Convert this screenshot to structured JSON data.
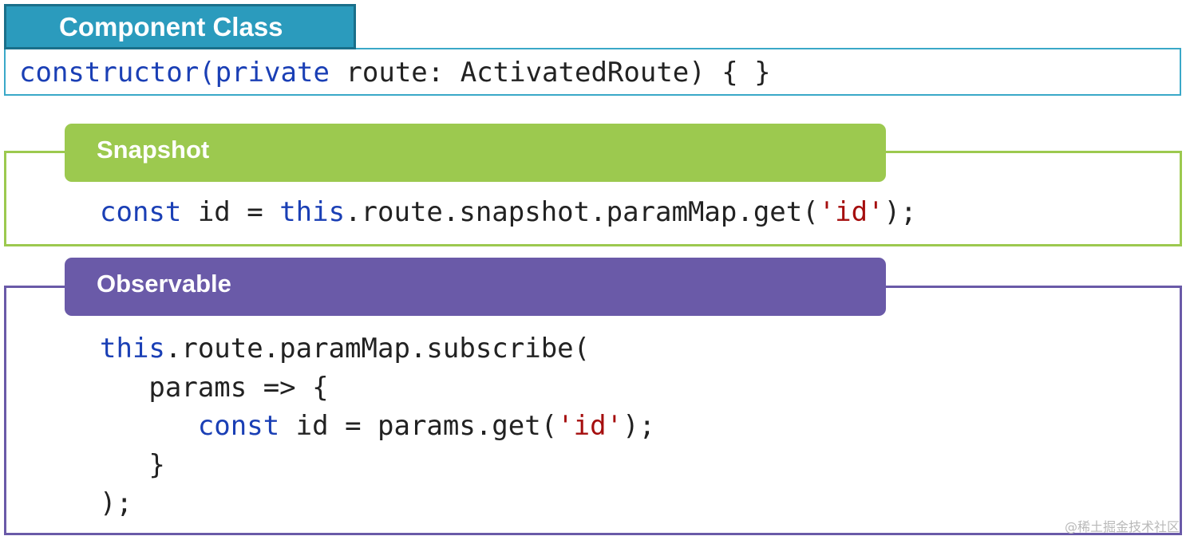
{
  "component_class": {
    "label": "Component Class",
    "code": [
      [
        {
          "t": "constructor(",
          "c": "kw"
        },
        {
          "t": "private",
          "c": "kw"
        },
        {
          "t": " route: ActivatedRoute) { }",
          "c": ""
        }
      ]
    ]
  },
  "snapshot": {
    "label": "Snapshot",
    "code": [
      [
        {
          "t": "const",
          "c": "kw"
        },
        {
          "t": " id = ",
          "c": ""
        },
        {
          "t": "this",
          "c": "kw"
        },
        {
          "t": ".route.snapshot.paramMap.get(",
          "c": ""
        },
        {
          "t": "'id'",
          "c": "str"
        },
        {
          "t": ");",
          "c": ""
        }
      ]
    ]
  },
  "observable": {
    "label": "Observable",
    "code": [
      [
        {
          "t": "this",
          "c": "kw"
        },
        {
          "t": ".route.paramMap.subscribe(",
          "c": ""
        }
      ],
      [
        {
          "t": "   params => {",
          "c": ""
        }
      ],
      [
        {
          "t": "      ",
          "c": ""
        },
        {
          "t": "const",
          "c": "kw"
        },
        {
          "t": " id = params.get(",
          "c": ""
        },
        {
          "t": "'id'",
          "c": "str"
        },
        {
          "t": ");",
          "c": ""
        }
      ],
      [
        {
          "t": "   }",
          "c": ""
        }
      ],
      [
        {
          "t": ");",
          "c": ""
        }
      ]
    ]
  },
  "watermark": "@稀土掘金技术社区",
  "colors": {
    "component_class": "#2b9bbd",
    "snapshot": "#9cc94f",
    "observable": "#6a5aa8",
    "keyword": "#1a3fb5",
    "string": "#a50e0e"
  }
}
